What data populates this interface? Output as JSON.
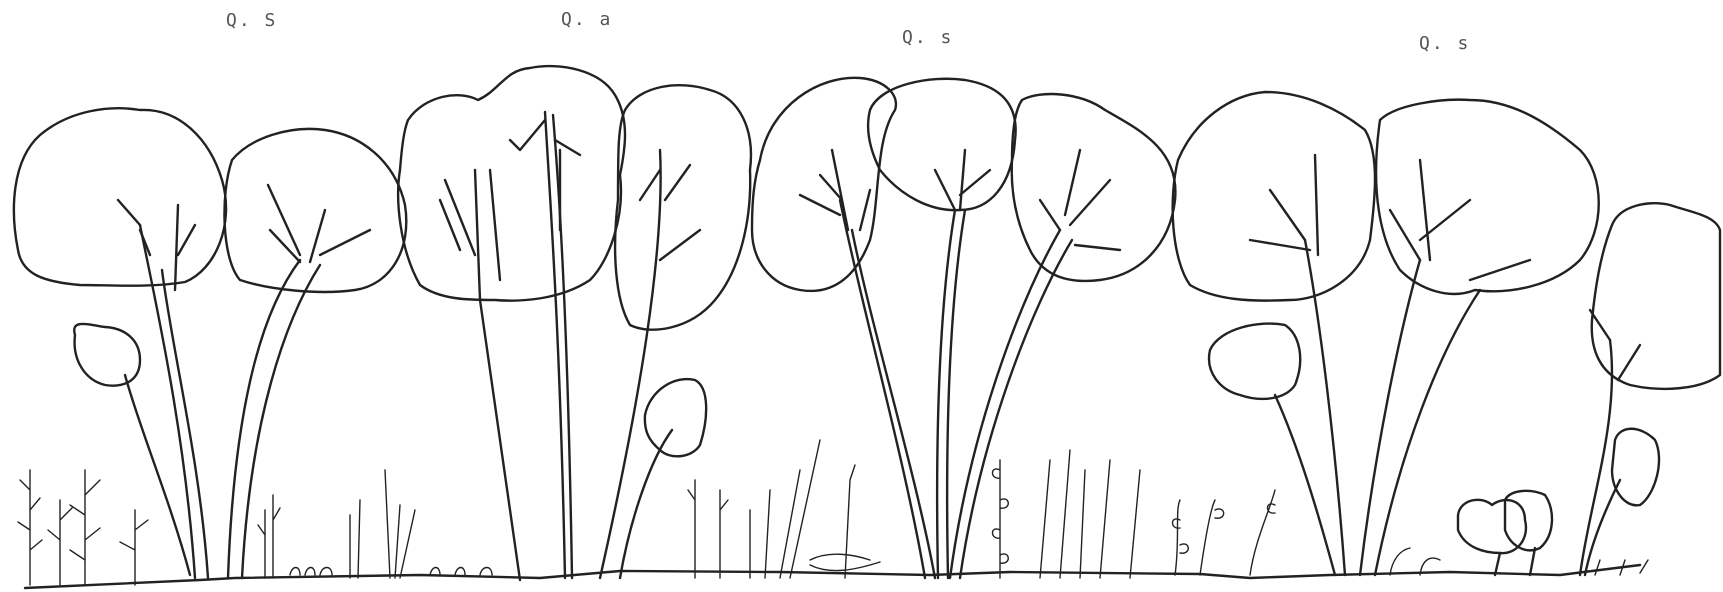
{
  "labels": {
    "first": "Q. S",
    "second": "Q. a",
    "third": "Q. s",
    "fourth": "Q. s"
  },
  "colors": {
    "ink": "#222222",
    "label": "#555555",
    "background": "#ffffff"
  }
}
